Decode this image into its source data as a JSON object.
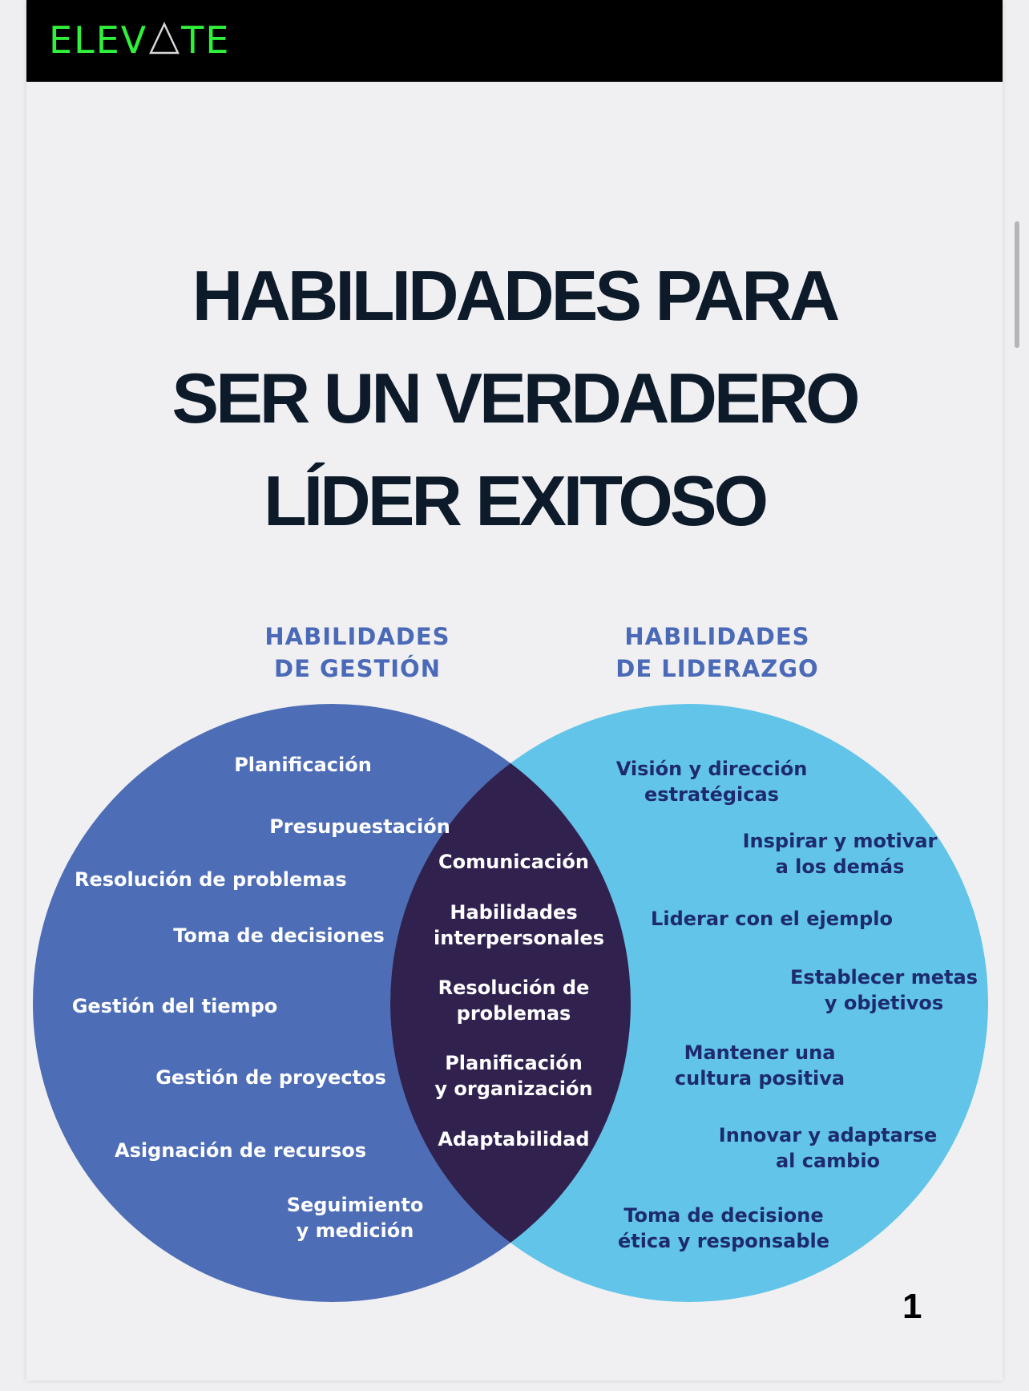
{
  "brand": {
    "logo_left": "ELEV",
    "logo_right": "TE"
  },
  "title_lines": [
    "HABILIDADES PARA",
    "SER UN VERDADERO",
    "LÍDER EXITOSO"
  ],
  "sets": {
    "gestion": {
      "label_lines": [
        "HABILIDADES",
        "DE GESTIÓN"
      ],
      "items": [
        [
          "Planificación"
        ],
        [
          "Presupuestación"
        ],
        [
          "Resolución de problemas"
        ],
        [
          "Toma de decisiones"
        ],
        [
          "Gestión del tiempo"
        ],
        [
          "Gestión de proyectos"
        ],
        [
          "Asignación de recursos"
        ],
        [
          "Seguimiento",
          "y medición"
        ]
      ]
    },
    "liderazgo": {
      "label_lines": [
        "HABILIDADES",
        "DE LIDERAZGO"
      ],
      "items": [
        [
          "Visión y dirección",
          "estratégicas"
        ],
        [
          "Inspirar y motivar",
          "a los demás"
        ],
        [
          "Liderar con el ejemplo"
        ],
        [
          "Establecer metas",
          "y objetivos"
        ],
        [
          "Mantener una",
          "cultura positiva"
        ],
        [
          "Innovar y adaptarse",
          "al cambio"
        ],
        [
          "Toma de decisione",
          "ética y responsable"
        ]
      ]
    },
    "interseccion": {
      "items": [
        [
          "Comunicación"
        ],
        [
          "Habilidades",
          "interpersonales"
        ],
        [
          "Resolución de",
          "problemas"
        ],
        [
          "Planificación",
          "y organización"
        ],
        [
          "Adaptabilidad"
        ]
      ]
    }
  },
  "colors": {
    "gestion_circle": "#4d6db6",
    "liderazgo_circle": "#62c4e8",
    "interseccion": "#31214f",
    "logo_green": "#2ff03a",
    "title": "#0d1a2a"
  },
  "page_number": "1"
}
